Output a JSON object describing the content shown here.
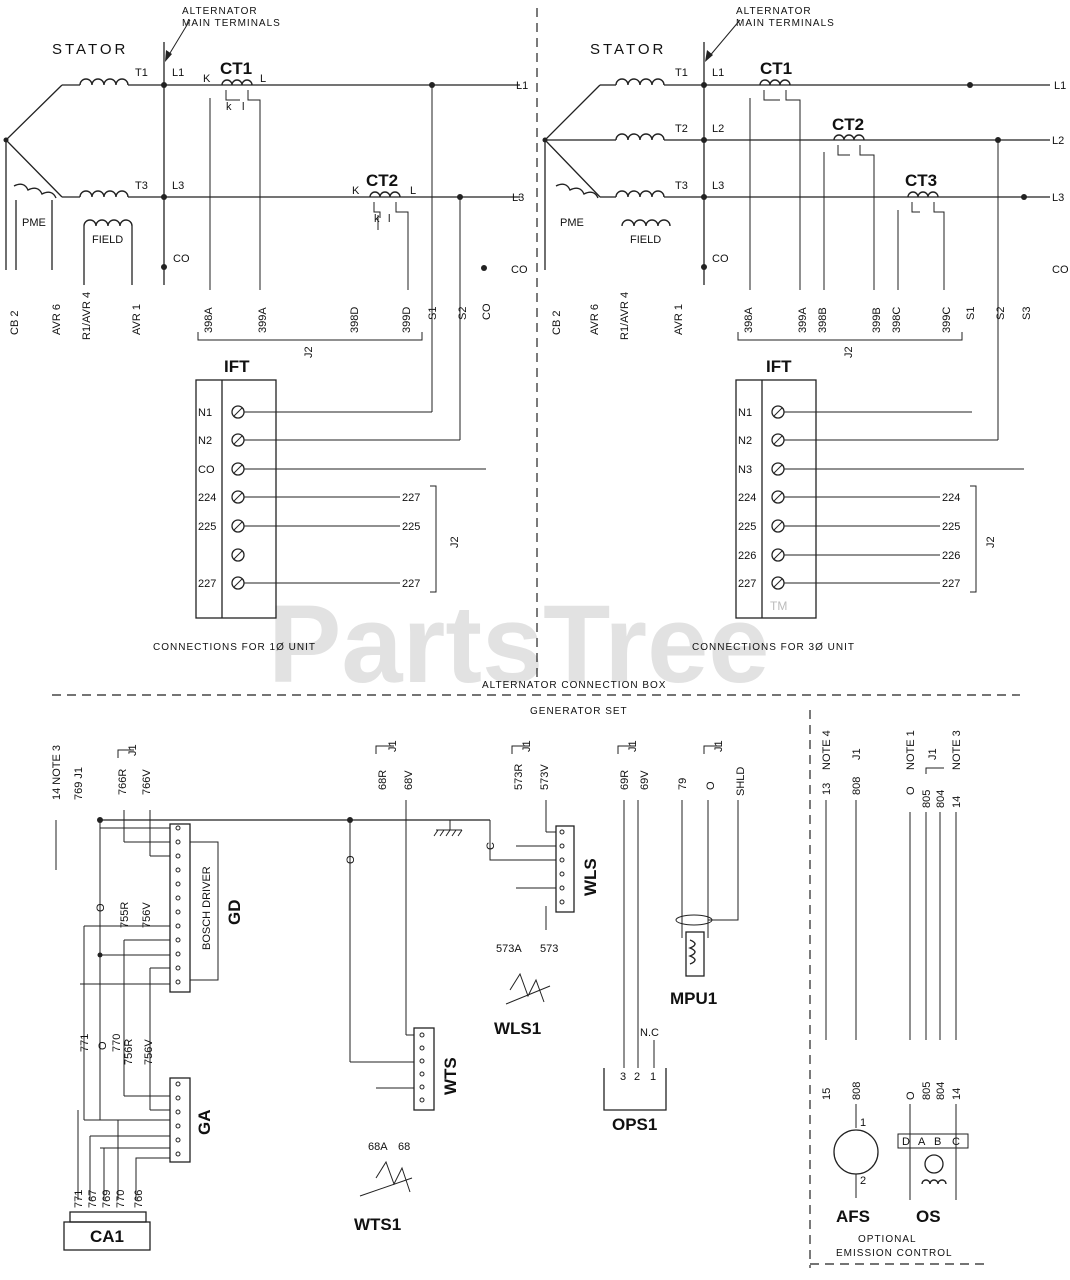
{
  "watermark": {
    "text": "PartsTree",
    "tm": "TM"
  },
  "top": {
    "left": {
      "stator": "STATOR",
      "alt_terminals": [
        "ALTERNATOR",
        "MAIN TERMINALS"
      ],
      "ct1": "CT1",
      "ct2": "CT2",
      "ifu": "IFT",
      "caption": "CONNECTIONS FOR 1Ø UNIT",
      "t_labels": [
        "T1",
        "T3"
      ],
      "l_labels": [
        "L1",
        "L3"
      ],
      "line_out": [
        "L1",
        "L3"
      ],
      "pme": "PME",
      "field": "FIELD",
      "ct_ki": [
        "K",
        "L",
        "k",
        "l"
      ],
      "co": "CO",
      "co_right": "CO",
      "bottom_wires": [
        "CB 2",
        "AVR 6",
        "R1/AVR 4",
        "AVR 1"
      ],
      "ct_wires": [
        "398A",
        "399A",
        "398D",
        "399D",
        "S1",
        "S2",
        "CO"
      ],
      "j2": "J2",
      "tb_labels": [
        "N1",
        "N2",
        "CO",
        "224",
        "225",
        "",
        "227"
      ],
      "tb_out": [
        "227",
        "225",
        "227"
      ],
      "j2b": "J2"
    },
    "right": {
      "stator": "STATOR",
      "alt_terminals": [
        "ALTERNATOR",
        "MAIN TERMINALS"
      ],
      "ct1": "CT1",
      "ct2": "CT2",
      "ct3": "CT3",
      "ifu": "IFT",
      "caption": "CONNECTIONS FOR 3Ø UNIT",
      "t_labels": [
        "T1",
        "T2",
        "T3"
      ],
      "l_labels": [
        "L1",
        "L2",
        "L3"
      ],
      "line_out": [
        "L1",
        "L2",
        "L3"
      ],
      "pme": "PME",
      "field": "FIELD",
      "co": "CO",
      "co_right": "CO",
      "bottom_wires": [
        "CB 2",
        "AVR 6",
        "R1/AVR 4",
        "AVR 1"
      ],
      "ct_wires": [
        "398A",
        "399A",
        "398B",
        "399B",
        "398C",
        "399C",
        "S1",
        "S2",
        "S3"
      ],
      "j2": "J2",
      "tb_labels": [
        "N1",
        "N2",
        "N3",
        "224",
        "225",
        "226",
        "227"
      ],
      "tb_out": [
        "224",
        "225",
        "226",
        "227"
      ],
      "j2b": "J2"
    },
    "alt_box": "ALTERNATOR CONNECTION BOX"
  },
  "bottom": {
    "genset": "GENERATOR SET",
    "note_left": [
      "14 NOTE 3",
      "769 J1"
    ],
    "gd_wires_top": [
      "766R",
      "766V"
    ],
    "gd_j1": "J1",
    "gd_side": "BOSCH DRIVER",
    "gd": "GD",
    "gd_wires_mid": [
      "755R",
      "756V"
    ],
    "ga_wires": [
      "771",
      "O",
      "770",
      "756R",
      "756V"
    ],
    "ga": "GA",
    "ca1_wires": [
      "771",
      "767",
      "769",
      "770",
      "766"
    ],
    "ca1": "CA1",
    "wts_wires": [
      "68R",
      "68V"
    ],
    "wts_j1": "J1",
    "wts_o": "O",
    "wts": "WTS",
    "wts1_wires": [
      "68A",
      "68"
    ],
    "wts1": "WTS1",
    "wls_wires": [
      "573R",
      "573V"
    ],
    "wls_j1": "J1",
    "wls_c": "C",
    "wls": "WLS",
    "wls1_wires": [
      "573A",
      "573"
    ],
    "wls1": "WLS1",
    "ops_wires": [
      "69R",
      "69V"
    ],
    "ops_j1": "J1",
    "ops_pins": [
      "3",
      "2",
      "1"
    ],
    "ops_nc": "N.C",
    "ops1": "OPS1",
    "mpu_wires": [
      "79",
      "O",
      "SHLD"
    ],
    "mpu_j1": "J1",
    "mpu1": "MPU1",
    "afs_top": [
      "13",
      "808"
    ],
    "afs_notes": [
      "NOTE 4",
      "J1"
    ],
    "afs_bottom": [
      "15",
      "808"
    ],
    "afs_pins": [
      "1",
      "2"
    ],
    "afs": "AFS",
    "os_top": [
      "O",
      "805",
      "804",
      "14"
    ],
    "os_notes": [
      "NOTE 1",
      "J1",
      "NOTE 3"
    ],
    "os_bottom": [
      "O",
      "805",
      "804",
      "14"
    ],
    "os_pins": [
      "D",
      "A",
      "B",
      "C"
    ],
    "os": "OS",
    "optional": [
      "OPTIONAL",
      "EMISSION CONTROL"
    ]
  }
}
